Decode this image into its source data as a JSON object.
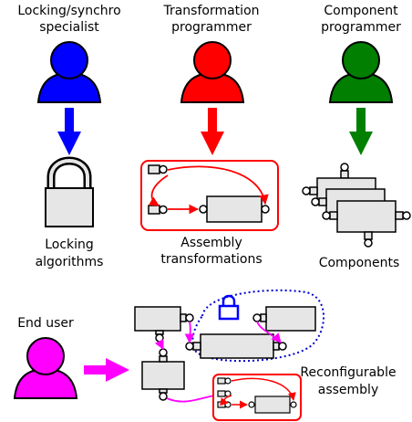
{
  "roles": {
    "locking": {
      "line1": "Locking/synchro",
      "line2": "specialist",
      "color": "#0000ff"
    },
    "transformation": {
      "line1": "Transformation",
      "line2": "programmer",
      "color": "#ff0000"
    },
    "component": {
      "line1": "Component",
      "line2": "programmer",
      "color": "#007f00"
    }
  },
  "outputs": {
    "locking": {
      "line1": "Locking",
      "line2": "algorithms"
    },
    "transformation": {
      "line1": "Assembly",
      "line2": "transformations"
    },
    "component": {
      "line1": "Components"
    }
  },
  "end_user": {
    "label": "End user",
    "color": "#ff00ff"
  },
  "reconfigurable": {
    "line1": "Reconfigurable",
    "line2": "assembly"
  },
  "icons": [
    "person-icon",
    "down-arrow-icon",
    "padlock-icon",
    "component-box-icon",
    "connector-icon"
  ],
  "colors": {
    "component_fill": "#e6e6e6",
    "frame_red": "#ff0000",
    "link_magenta": "#ff00ff",
    "lock_dotted": "#0000cc"
  }
}
